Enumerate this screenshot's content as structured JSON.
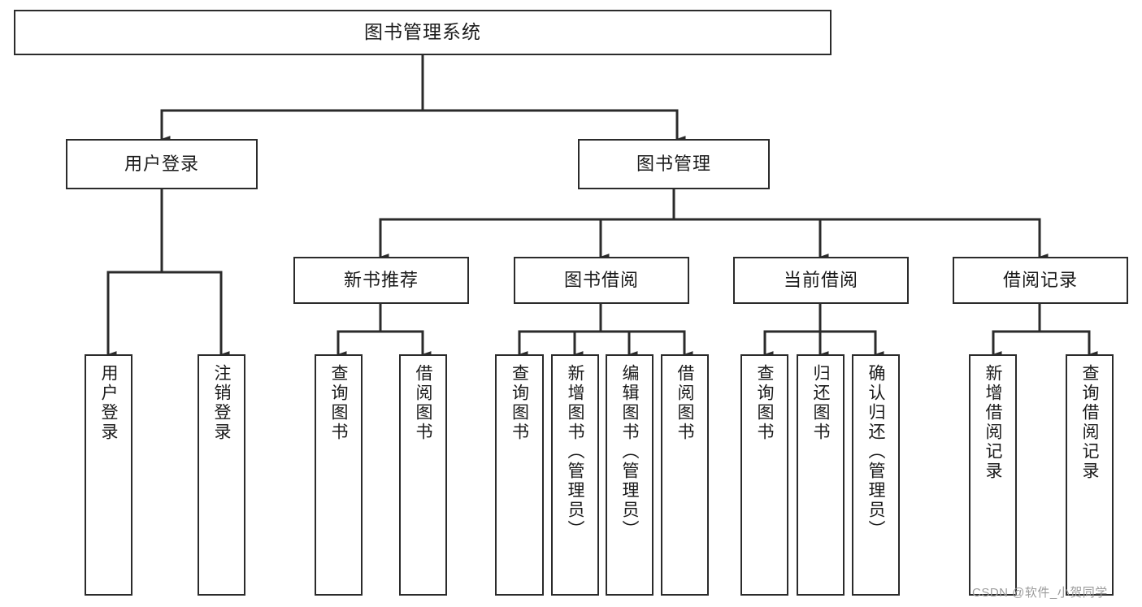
{
  "diagram": {
    "title": "图书管理系统",
    "type": "hierarchy-tree",
    "colors": {
      "box_border": "#2b2b2b",
      "box_fill": "#ffffff",
      "edge": "#2b2b2b",
      "text": "#1a1a1a",
      "watermark": "#9b9b9b",
      "background": "#ffffff"
    },
    "root": {
      "label": "图书管理系统"
    },
    "level1": [
      {
        "label": "用户登录"
      },
      {
        "label": "图书管理"
      }
    ],
    "level2": [
      {
        "label": "新书推荐"
      },
      {
        "label": "图书借阅"
      },
      {
        "label": "当前借阅"
      },
      {
        "label": "借阅记录"
      }
    ],
    "leaves": {
      "user_login": [
        {
          "label": "用户登录"
        },
        {
          "label": "注销登录"
        }
      ],
      "new_book_recommend": [
        {
          "label": "查询图书"
        },
        {
          "label": "借阅图书"
        }
      ],
      "book_borrow": [
        {
          "label": "查询图书"
        },
        {
          "label": "新增图书（管理员）"
        },
        {
          "label": "编辑图书（管理员）"
        },
        {
          "label": "借阅图书"
        }
      ],
      "current_borrow": [
        {
          "label": "查询图书"
        },
        {
          "label": "归还图书"
        },
        {
          "label": "确认归还（管理员）"
        }
      ],
      "borrow_records": [
        {
          "label": "新增借阅记录"
        },
        {
          "label": "查询借阅记录"
        }
      ]
    },
    "watermark": "CSDN @软件_小贺同学"
  }
}
